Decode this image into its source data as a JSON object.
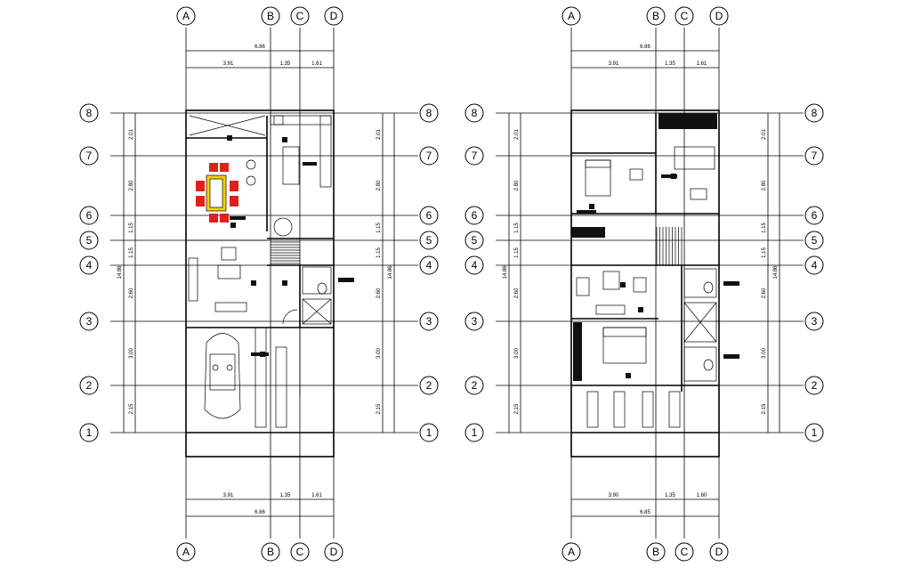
{
  "grid": {
    "columns": [
      "A",
      "B",
      "C",
      "D"
    ],
    "rows": [
      "1",
      "2",
      "3",
      "4",
      "5",
      "6",
      "7",
      "8"
    ]
  },
  "ground_floor": {
    "top_dims": {
      "total": "6.86",
      "segments": [
        "3.91",
        "1.35",
        "1.61"
      ]
    },
    "bottom_dims": {
      "total": "6.86",
      "segments": [
        "3.91",
        "1.35",
        "1.61"
      ]
    },
    "left_dims": {
      "total": "14.86",
      "segments": [
        "2.01",
        "2.80",
        "1.15",
        "1.15",
        "2.60",
        "3.00",
        "2.15"
      ]
    },
    "right_dims": {
      "total": "14.86",
      "segments": [
        "2.01",
        "2.80",
        "1.15",
        "1.15",
        "2.60",
        "3.00",
        "2.15"
      ]
    },
    "colors": {
      "dining_chairs": "#e0201b",
      "dining_table": "#f2d200"
    }
  },
  "upper_floor": {
    "top_dims": {
      "total": "6.86",
      "segments": [
        "3.91",
        "1.35",
        "1.61"
      ]
    },
    "bottom_dims": {
      "total": "6.85",
      "segments": [
        "3.90",
        "1.35",
        "1.60"
      ]
    },
    "left_dims": {
      "total": "14.86",
      "segments": [
        "2.01",
        "2.80",
        "1.15",
        "1.15",
        "2.60",
        "3.00",
        "2.15"
      ]
    },
    "right_dims": {
      "total": "14.86",
      "segments": [
        "2.01",
        "2.80",
        "1.15",
        "1.15",
        "2.60",
        "3.00",
        "2.15"
      ]
    }
  }
}
